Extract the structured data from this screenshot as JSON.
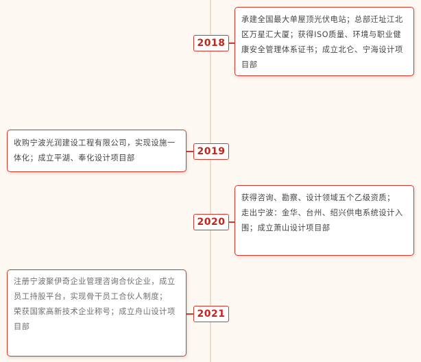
{
  "timeline": [
    {
      "year": "2018",
      "lines": [
        "承建全国最大单屋顶光伏电站；总部迁址江北区万星汇大厦；获得ISO质量、环境与职业健康安全管理体系证书；成立北仑、宁海设计项目部"
      ]
    },
    {
      "year": "2019",
      "lines": [
        "收购宁波光润建设工程有限公司，实现设施一体化；成立平湖、奉化设计项目部"
      ]
    },
    {
      "year": "2020",
      "lines": [
        "获得咨询、勘察、设计领域五个乙级资质；",
        "走出宁波：金华、台州、绍兴供电系统设计入围；成立萧山设计项目部"
      ]
    },
    {
      "year": "2021",
      "lines": [
        "注册宁波聚伊奇企业管理咨询合伙企业，成立员工持股平台，实现骨干员工合伙人制度；",
        "荣获国家高新技术企业称号；成立舟山设计项目部"
      ]
    }
  ]
}
